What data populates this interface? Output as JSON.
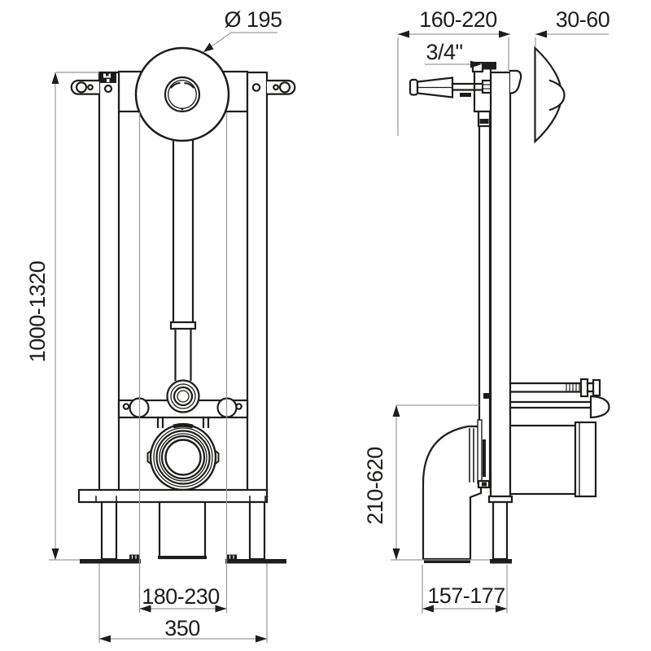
{
  "drawing": {
    "kind": "technical-dimension-drawing",
    "views": {
      "front_view_name": "front-view",
      "side_view_name": "side-view"
    }
  },
  "dimensions": {
    "flush_plate_diameter": "Ø 195",
    "frame_height": "1000-1320",
    "fixing_centres": "180-230",
    "base_width": "350",
    "wall_to_handle_depth": "160-220",
    "panel_thickness": "30-60",
    "water_inlet": "3/4\"",
    "outlet_height": "210-620",
    "base_depth": "157-177"
  },
  "colors": {
    "line": "#1d1d1b",
    "dimension_line": "#9a9a9a",
    "background": "#ffffff"
  }
}
